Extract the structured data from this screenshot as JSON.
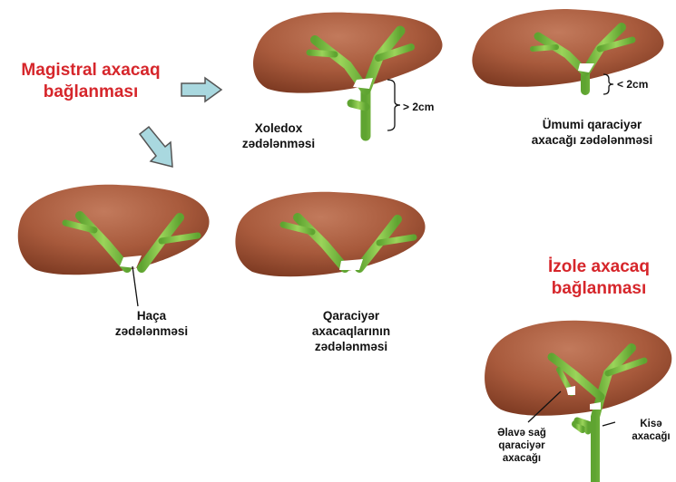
{
  "title_magistral": [
    "Magistral axacaq",
    "bağlanması"
  ],
  "title_izole": [
    "İzole axacaq",
    "bağlanması"
  ],
  "captions": {
    "xoledox": [
      "Xoledox",
      "zədələnməsi"
    ],
    "umumi": [
      "Ümumi qaraciyər",
      "axacağı zədələnməsi"
    ],
    "haca": [
      "Haça",
      "zədələnməsi"
    ],
    "qaraciyer": [
      "Qaraciyər",
      "axacaqlarının",
      "zədələnməsi"
    ],
    "elave": [
      "Əlavə sağ",
      "qaraciyər",
      "axacağı"
    ],
    "kise": [
      "Kisə",
      "axacağı"
    ]
  },
  "measurements": {
    "gt": "> 2cm",
    "lt": "< 2cm"
  },
  "colors": {
    "title_red": "#d6262b",
    "liver": "#a85a3c",
    "duct": "#7fc241",
    "arrow_fill": "#a9d8df",
    "arrow_stroke": "#555555"
  },
  "icons": [
    "arrow-right-icon",
    "arrow-down-right-icon"
  ]
}
